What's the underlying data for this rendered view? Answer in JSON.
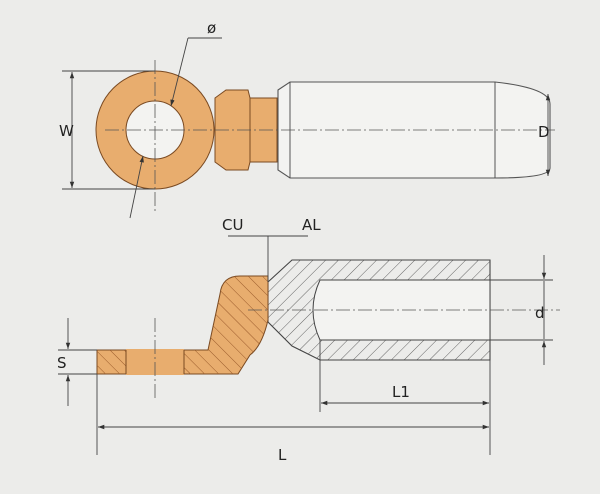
{
  "labels": {
    "phi": "ø",
    "w": "W",
    "d_upper": "D",
    "cu": "CU",
    "al": "AL",
    "d_lower": "d",
    "s": "S",
    "l1": "L1",
    "l": "L"
  },
  "colors": {
    "copper": "#e8ad6e",
    "line": "#444444",
    "paper": "#ececea",
    "aluminium": "#f3f3f1"
  }
}
